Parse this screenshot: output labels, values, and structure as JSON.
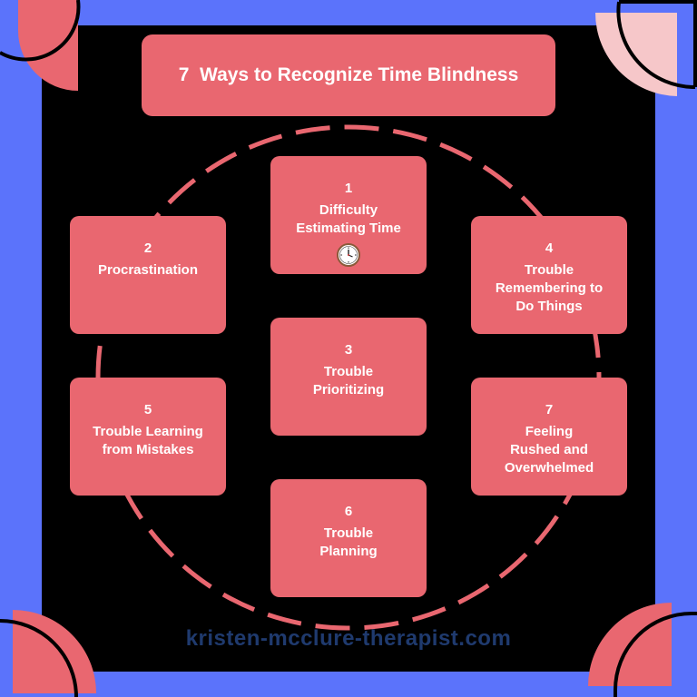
{
  "colors": {
    "background": "#5b73fb",
    "panel": "#000000",
    "card": "#e96770",
    "accent_light": "#f6c7c9",
    "footer_text": "#1f3a6e"
  },
  "title": "7  Ways to Recognize Time Blindness",
  "items": [
    {
      "number": "1",
      "label": "Difficulty\nEstimating Time",
      "icon": "clock-icon"
    },
    {
      "number": "2",
      "label": "Procrastination"
    },
    {
      "number": "3",
      "label": "Trouble\nPrioritizing"
    },
    {
      "number": "4",
      "label": "Trouble\nRemembering to\nDo Things"
    },
    {
      "number": "5",
      "label": "Trouble Learning\nfrom Mistakes"
    },
    {
      "number": "6",
      "label": "Trouble\nPlanning"
    },
    {
      "number": "7",
      "label": "Feeling\nRushed and\nOverwhelmed"
    }
  ],
  "footer": "kristen-mcclure-therapist.com"
}
